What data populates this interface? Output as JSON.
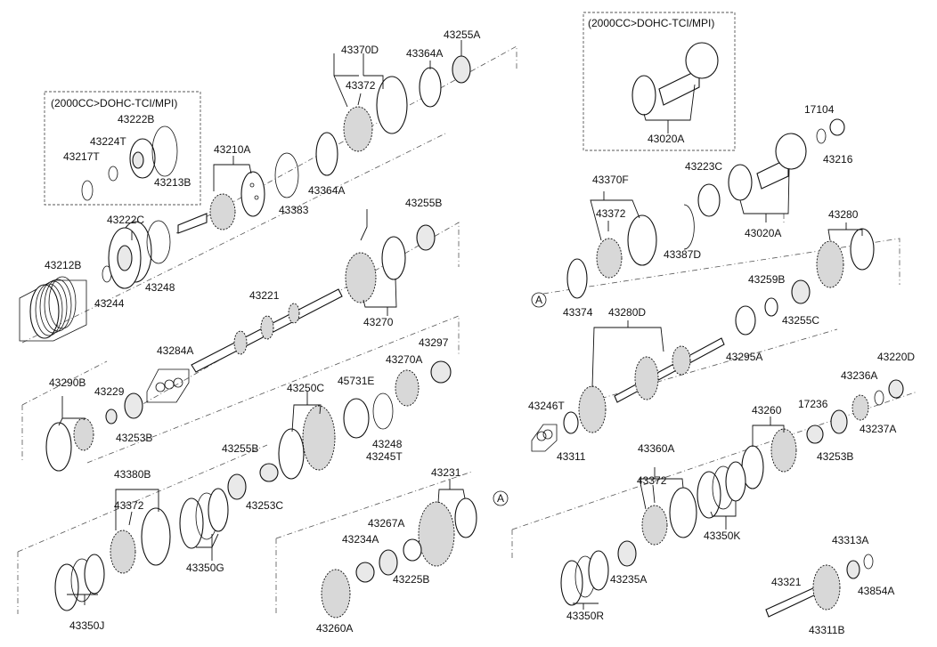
{
  "boxes": [
    {
      "caption": "(2000CC>DOHC-TCI/MPI)"
    },
    {
      "caption": "(2000CC>DOHC-TCI/MPI)"
    }
  ],
  "reference_mark": "A",
  "parts": [
    "43370D",
    "43372",
    "43364A",
    "43255A",
    "43222B",
    "43224T",
    "43217T",
    "43213B",
    "43210A",
    "43383",
    "43364A",
    "43222C",
    "43248",
    "43212B",
    "43244",
    "43255B",
    "43221",
    "43270",
    "43284A",
    "43297",
    "43270A",
    "43290B",
    "43229",
    "43253B",
    "43250C",
    "45731E",
    "43248",
    "43245T",
    "43255B",
    "43253C",
    "43380B",
    "43372",
    "43350G",
    "43350J",
    "43231",
    "43267A",
    "43234A",
    "43225B",
    "43260A",
    "43020A",
    "17104",
    "43216",
    "43370F",
    "43372",
    "43223C",
    "43387D",
    "43020A",
    "43280",
    "43374",
    "43259B",
    "43280D",
    "43255C",
    "43295A",
    "43220D",
    "43236A",
    "43246T",
    "17236",
    "43237A",
    "43311",
    "43260",
    "43253B",
    "43360A",
    "43372",
    "43350K",
    "43235A",
    "43350R",
    "43313A",
    "43321",
    "43854A",
    "43311B"
  ]
}
